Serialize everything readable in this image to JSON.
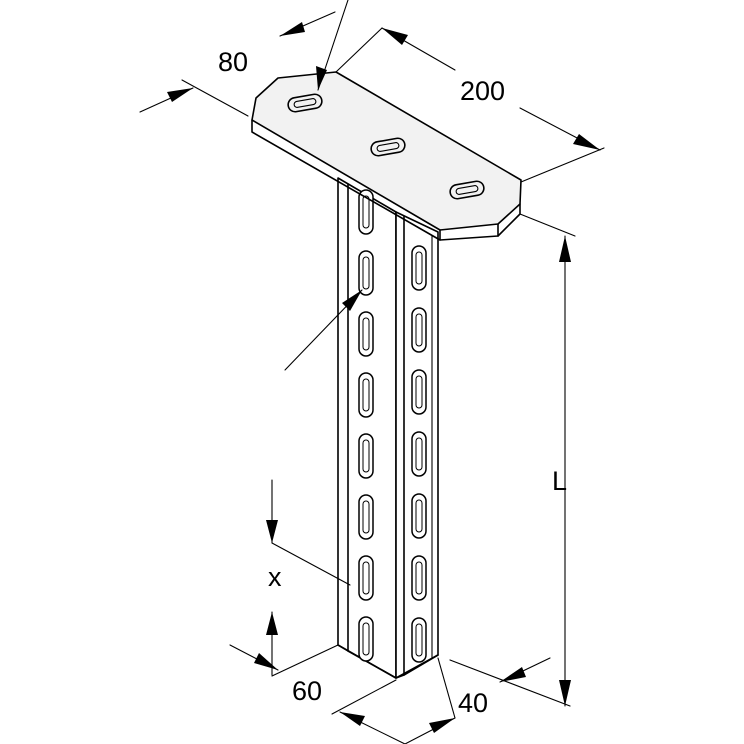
{
  "dimensions": {
    "plate_width": "80",
    "plate_length": "200",
    "profile_width": "60",
    "profile_depth": "40",
    "length": "L",
    "offset": "x"
  },
  "colors": {
    "line": "#000000",
    "plate_face": "#f2f2f2",
    "profile_face": "#ffffff",
    "profile_shade": "#dcdcdc"
  }
}
